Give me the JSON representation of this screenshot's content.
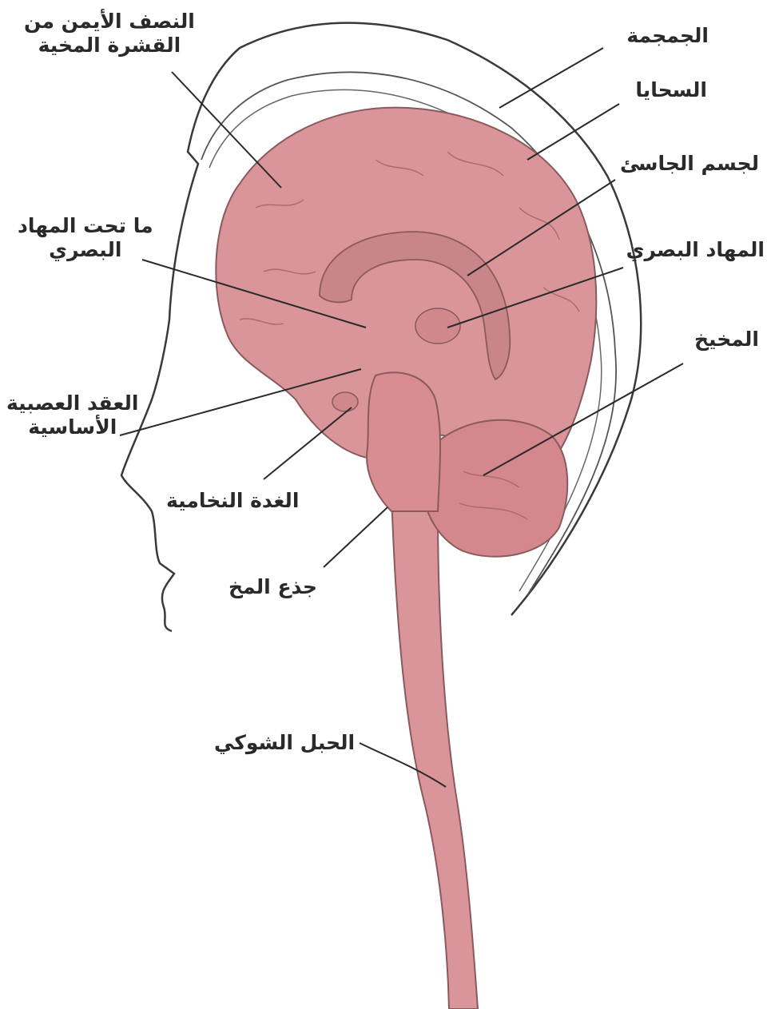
{
  "colors": {
    "brain_fill": "#d99599",
    "brain_stroke": "#8a5a5c",
    "outline": "#3a3a3a",
    "label_text": "#2a2a2a",
    "background": "#ffffff"
  },
  "labels": {
    "cortex_right_half": {
      "line1": "النصف الأيمن من",
      "line2": "القشرة المخية"
    },
    "skull": "الجمجمة",
    "meninges": "السحايا",
    "corpus_callosum": "لجسم الجاسئ",
    "thalamus": "المهاد البصري",
    "hypothalamus": {
      "line1": "ما تحت المهاد",
      "line2": "البصري"
    },
    "cerebellum": "المخيخ",
    "basal_ganglia": {
      "line1": "العقد العصبية",
      "line2": "الأساسية"
    },
    "pituitary": "الغدة النخامية",
    "brainstem": "جذع المخ",
    "spinal_cord": "الحبل الشوكي"
  }
}
